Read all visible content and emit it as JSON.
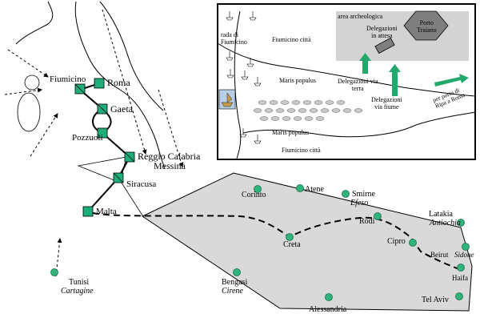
{
  "main_map": {
    "italy_route": {
      "fiumicino": "Fiumicino",
      "roma": "Roma",
      "gaeta": "Gaeta",
      "pozzuoli": "Pozzuoli",
      "reggio_calabria": "Reggio Calabria",
      "messina": "Messina",
      "siracusa": "Siracusa",
      "malta": "Malta"
    },
    "mediterranean": {
      "corinto": "Corinto",
      "atene": "Atene",
      "smirne": "Smirne",
      "efeso": "Efeso",
      "rodi": "Rodi",
      "creta": "Creta",
      "cipro": "Cipro",
      "latakia": "Latakia",
      "antiochia": "Antiochia",
      "beirut": "Beirut",
      "sidone": "Sidone",
      "haifa": "Haifa",
      "tel_aviv": "Tel Aviv",
      "alessandria": "Alessandria",
      "bengasi": "Bengasi",
      "cirene": "Cirene",
      "tunisi": "Tunisi",
      "cartagine": "Cartagine"
    }
  },
  "inset": {
    "rada_di_fiumicino": "rada di\nFiumicino",
    "fiumicino_citta_top": "Fiumicino città",
    "fiumicino_citta_bottom": "Fiumicino città",
    "area_archeologica": "area archeologica",
    "delegazioni_in_attesa": "Delegazioni\nin attesa",
    "porto_traiano": "Porto\nTraiano",
    "maris_populus_top": "Maris populus",
    "maris_populus_bottom": "Maris populus",
    "delegazioni_via_terra": "Delegazioni via\nterra",
    "delegazioni_via_fiume": "Delegazioni\nvia fiume",
    "per_porto_di_ripa": "per porto di\nRipa a Roma"
  },
  "colors": {
    "node_green": "#1fae7a",
    "dot_green": "#2fb57c",
    "arrow_green": "#22a86a",
    "sea_gray": "#d9d9d9",
    "archeo_gray": "#d3d3d3",
    "hex_gray": "#7f7f7f"
  }
}
